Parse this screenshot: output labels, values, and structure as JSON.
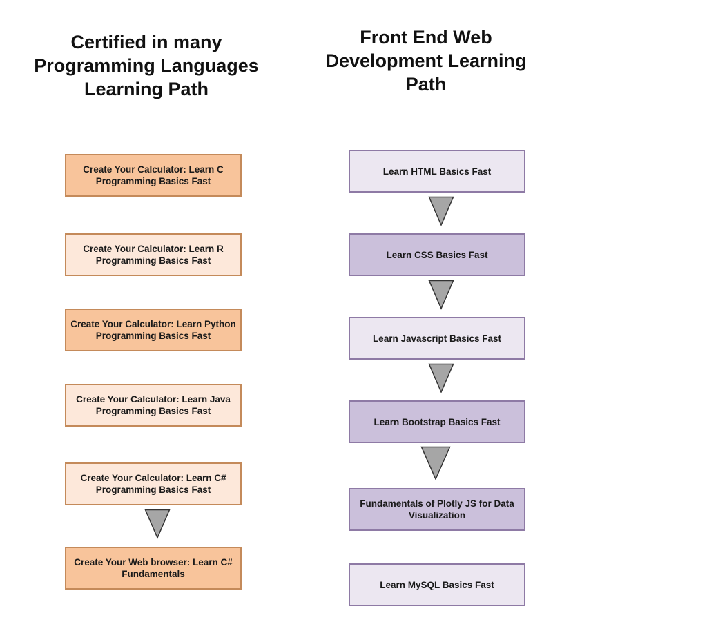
{
  "colors": {
    "left_strong_fill": "#f8c49b",
    "left_light_fill": "#fde8da",
    "left_border": "#c48a5a",
    "right_light_fill": "#ece7f1",
    "right_strong_fill": "#cbc0db",
    "right_border": "#8e7aa5",
    "arrow_fill": "#a6a6a6",
    "arrow_stroke": "#333333"
  },
  "left_path": {
    "title": "Certified in many\nProgramming Languages\nLearning Path",
    "steps": [
      {
        "label": "Create Your Calculator: Learn C Programming Basics Fast",
        "style": "strong"
      },
      {
        "label": "Create Your Calculator: Learn R Programming Basics Fast",
        "style": "light"
      },
      {
        "label": "Create Your Calculator: Learn Python Programming Basics Fast",
        "style": "strong"
      },
      {
        "label": "Create Your Calculator: Learn Java Programming Basics Fast",
        "style": "light"
      },
      {
        "label": "Create Your Calculator: Learn C# Programming Basics Fast",
        "style": "light"
      },
      {
        "label": "Create Your Web browser: Learn C# Fundamentals",
        "style": "strong"
      }
    ],
    "arrows": [
      {
        "from": 4,
        "to": 5,
        "icon": "down-triangle-arrow"
      }
    ]
  },
  "right_path": {
    "title": "Front End Web\nDevelopment Learning\nPath",
    "steps": [
      {
        "label": "Learn HTML Basics Fast",
        "style": "light"
      },
      {
        "label": "Learn CSS Basics Fast",
        "style": "strong"
      },
      {
        "label": "Learn Javascript Basics Fast",
        "style": "light"
      },
      {
        "label": "Learn Bootstrap Basics Fast",
        "style": "strong"
      },
      {
        "label": "Fundamentals of Plotly JS for Data Visualization",
        "style": "strong"
      },
      {
        "label": "Learn MySQL Basics Fast",
        "style": "light"
      }
    ],
    "arrows": [
      {
        "from": 0,
        "to": 1,
        "icon": "down-triangle-arrow"
      },
      {
        "from": 1,
        "to": 2,
        "icon": "down-triangle-arrow"
      },
      {
        "from": 2,
        "to": 3,
        "icon": "down-triangle-arrow"
      },
      {
        "from": 3,
        "to": 4,
        "icon": "down-triangle-arrow"
      }
    ]
  }
}
